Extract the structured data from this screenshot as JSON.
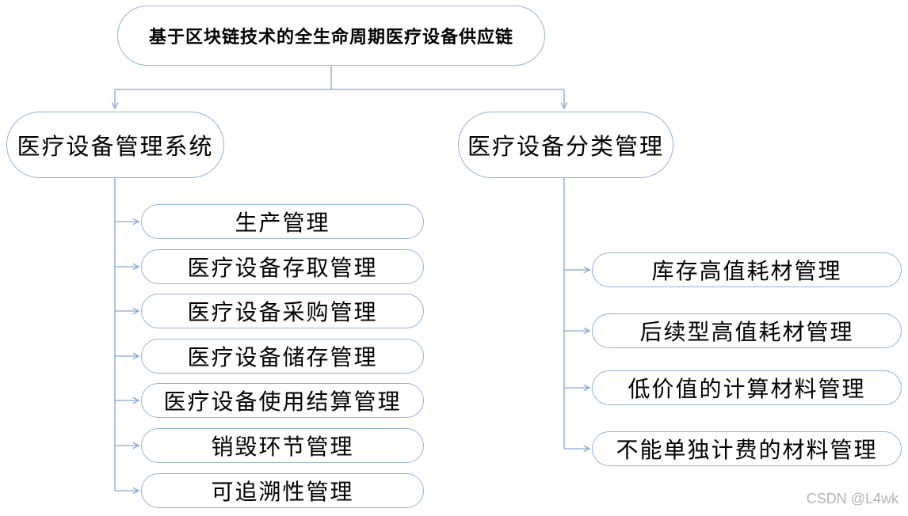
{
  "diagram": {
    "root_label": "基于区块链技术的全生命周期医疗设备供应链",
    "left_branch": {
      "label": "医疗设备管理系统",
      "children": [
        "生产管理",
        "医疗设备存取管理",
        "医疗设备采购管理",
        "医疗设备储存管理",
        "医疗设备使用结算管理",
        "销毁环节管理",
        "可追溯性管理"
      ]
    },
    "right_branch": {
      "label": "医疗设备分类管理",
      "children": [
        "库存高值耗材管理",
        "后续型高值耗材管理",
        "低价值的计算材料管理",
        "不能单独计费的材料管理"
      ]
    },
    "colors": {
      "connector": "#84a7d3",
      "node_border": "#95b3d7",
      "node_fill": "#ffffff",
      "text": "#000000",
      "watermark": "#b3b3b3"
    }
  },
  "watermark": "CSDN @L4wk"
}
